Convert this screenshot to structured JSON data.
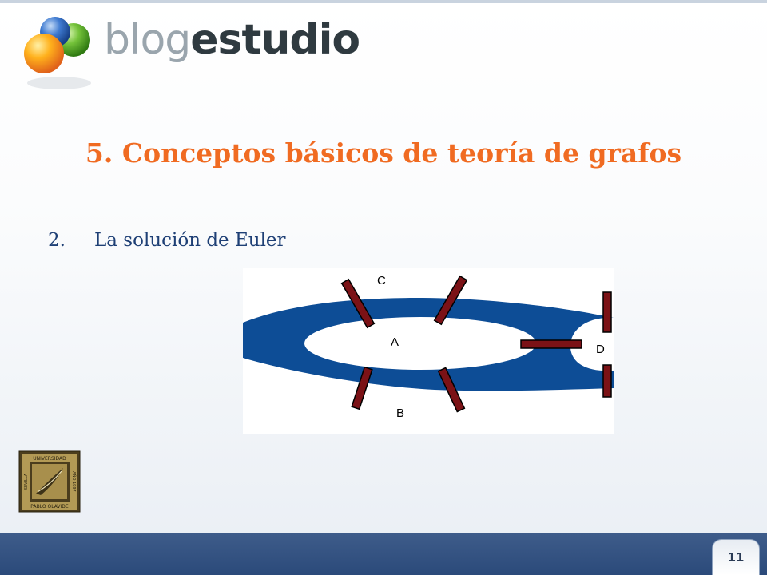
{
  "logo": {
    "text_light": "blog",
    "text_dark": "estudio"
  },
  "slide": {
    "title": "5. Conceptos básicos de teoría de grafos",
    "list_number": "2.",
    "list_text": "La solución de Euler",
    "page_number": "11"
  },
  "diagram": {
    "labels": {
      "a": "A",
      "b": "B",
      "c": "C",
      "d": "D"
    }
  },
  "seal": {
    "top_text": "UNIVERSIDAD",
    "bottom_text": "PABLO OLAVIDE",
    "left_text": "SEVILLA",
    "right_text": "AÑO 1997"
  },
  "colors": {
    "title": "#f06b22",
    "list_text": "#1e3f75",
    "river": "#0d4d96",
    "bridge": "#7b1216",
    "footer": "#2e4c7c"
  }
}
